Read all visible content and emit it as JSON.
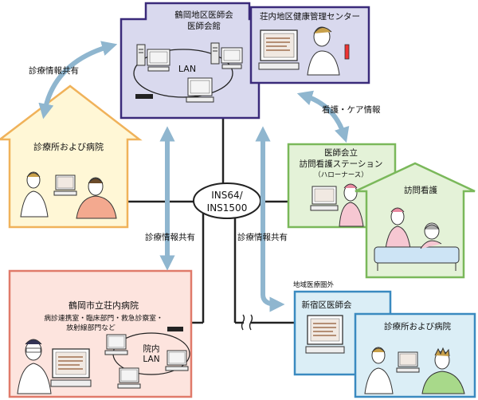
{
  "ishioka_center": {
    "title_line1": "鶴岡地区医師会",
    "title_line2": "医師会館",
    "lan_label": "LAN",
    "health_center_label": "荘内地区健康管理センター"
  },
  "clinic_top": {
    "label": "診療所および病院"
  },
  "nursing_station": {
    "line1": "医師会立",
    "line2": "訪問看護ステーション",
    "line3": "（ハローナース）"
  },
  "home_nursing": {
    "label": "訪問看護"
  },
  "hub": {
    "line1": "INS64/",
    "line2": "INS1500"
  },
  "hospital": {
    "title": "鶴岡市立荘内病院",
    "dept_line1": "病診連携室・臨床部門・救急診察室・",
    "dept_line2": "放射線部門など",
    "lan_line1": "院内",
    "lan_line2": "LAN"
  },
  "shinjuku": {
    "outside_label": "地域医療圏外",
    "title": "新宿区医師会",
    "clinic_label": "診療所および病院"
  },
  "arrows": {
    "share_top_left": "診療情報共有",
    "nursing_care": "看護・ケア情報",
    "share_mid_left": "診療情報共有",
    "share_mid_right": "診療情報共有"
  },
  "colors": {
    "center_fill": "#d9d9ee",
    "center_stroke": "#3a2a7a",
    "clinic_fill": "#fff7d6",
    "clinic_stroke": "#f0b25a",
    "nursing_fill": "#e4f2d8",
    "nursing_stroke": "#7ab85a",
    "hospital_fill": "#fde4de",
    "hospital_stroke": "#e07a6a",
    "shinjuku_fill": "#dbeef6",
    "shinjuku_stroke": "#3a8ac0",
    "arrow": "#8fb6cf"
  }
}
